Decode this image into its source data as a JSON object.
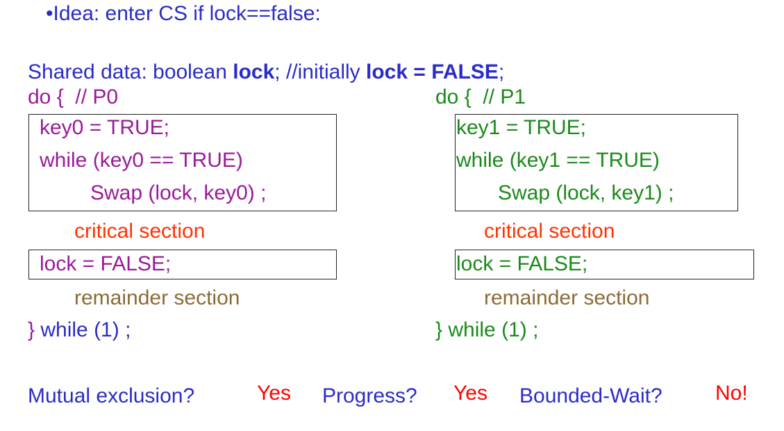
{
  "colors": {
    "idea": "#2b2bc8",
    "shared": "#2b2bc8",
    "p0": "#9a1a9a",
    "p1": "#1a8a1a",
    "critical": "#ff3300",
    "remainder": "#8c6a36",
    "answer": "#ff0000",
    "question": "#2b2bc8"
  },
  "idea": "•Idea: enter CS if lock==false:",
  "shared": {
    "prefix": "Shared data: boolean ",
    "lock": "lock",
    "mid": "; //initially ",
    "init": "lock = FALSE",
    "suffix": ";"
  },
  "p0": {
    "header": "do {  // P0",
    "entry": [
      "key0 = TRUE;",
      "while (key0 == TRUE)",
      "Swap (lock, key0) ;"
    ],
    "critical": "critical section",
    "exit": "lock = FALSE;",
    "remainder": "remainder section",
    "footer_brace": "}",
    "footer_rest": " while (1) ;"
  },
  "p1": {
    "header": "do {  // P1",
    "entry": [
      "key1 = TRUE;",
      "while (key1 == TRUE)",
      "Swap (lock, key1) ;"
    ],
    "critical": "critical section",
    "exit": "lock = FALSE;",
    "remainder": "remainder section",
    "footer_brace": "}",
    "footer_rest": " while (1) ;"
  },
  "questions": {
    "mutex_q": "Mutual exclusion?",
    "mutex_a": "Yes",
    "progress_q": "Progress?",
    "progress_a": "Yes",
    "bounded_q": "Bounded-Wait?",
    "bounded_a": "No!"
  }
}
